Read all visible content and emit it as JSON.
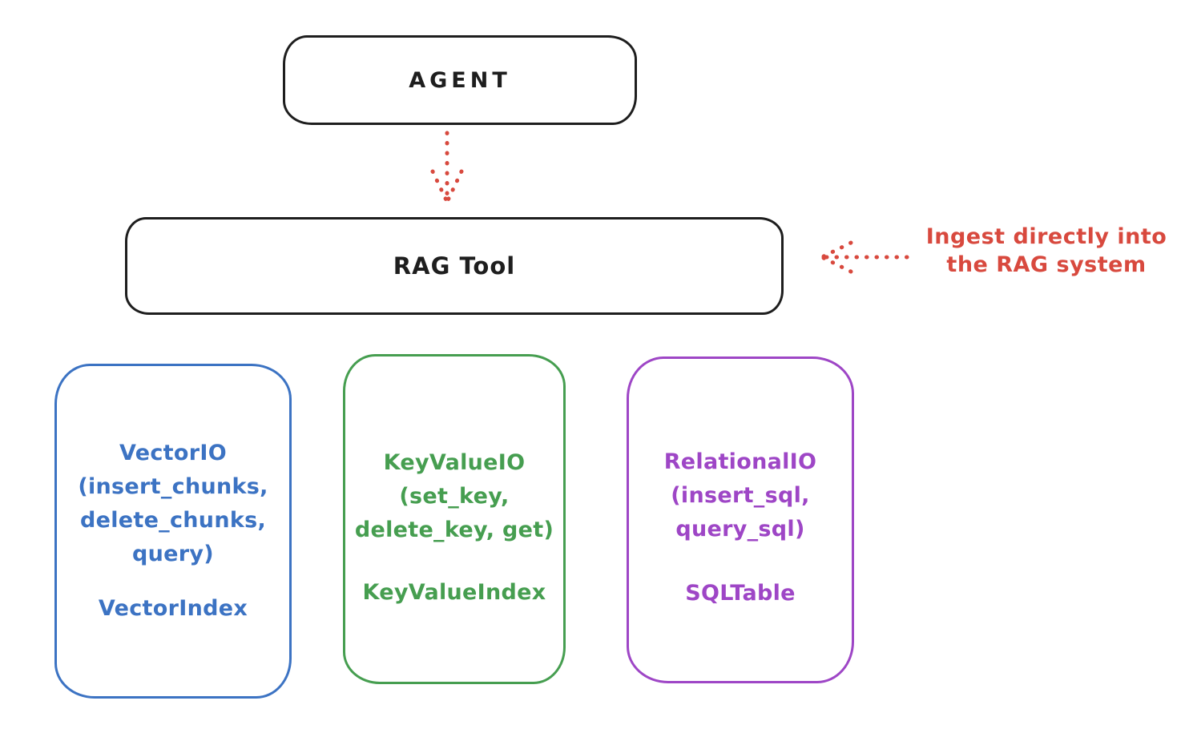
{
  "agent_box": {
    "label": "AGENT"
  },
  "rag_tool_box": {
    "label": "RAG Tool"
  },
  "annotation": {
    "text": "Ingest directly into\nthe RAG system"
  },
  "arrows": [
    {
      "name": "agent-to-ragtool",
      "style": "dotted",
      "direction": "down"
    },
    {
      "name": "annotation-to-ragtool",
      "style": "dotted",
      "direction": "left"
    }
  ],
  "cards": [
    {
      "name": "VectorIO",
      "signature": "(insert_chunks,\ndelete_chunks,\nquery)",
      "index_label": "VectorIndex",
      "color": "#3c73c3"
    },
    {
      "name": "KeyValueIO",
      "signature": "(set_key,\ndelete_key, get)",
      "index_label": "KeyValueIndex",
      "color": "#469e50"
    },
    {
      "name": "RelationalIO",
      "signature": "(insert_sql,\nquery_sql)",
      "index_label": "SQLTable",
      "color": "#9e46c6"
    }
  ],
  "colors": {
    "stroke": "#1e1e1e",
    "red": "#d8493e",
    "blue": "#3c73c3",
    "green": "#469e50",
    "purple": "#9e46c6"
  }
}
